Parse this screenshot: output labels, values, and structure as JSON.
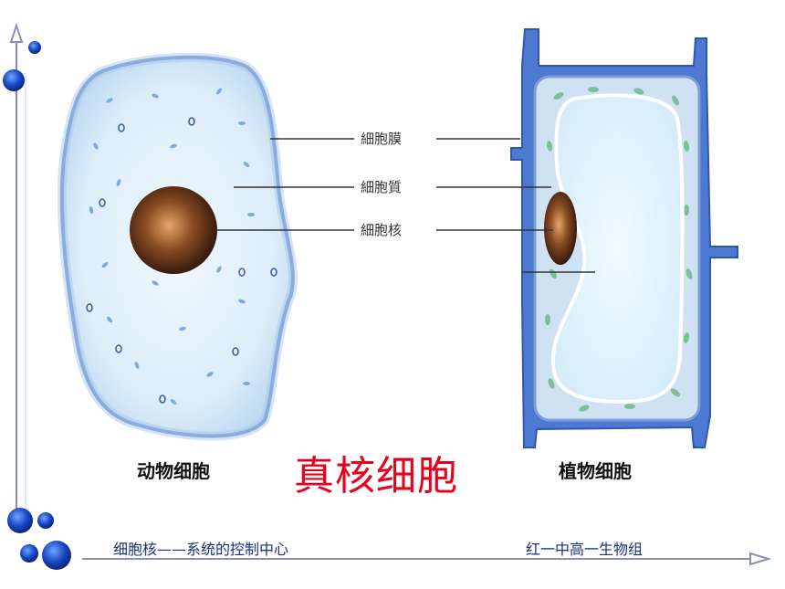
{
  "labels": {
    "membrane": "細胞膜",
    "cytoplasm": "細胞質",
    "nucleus": "細胞核"
  },
  "captions": {
    "animal": "动物细胞",
    "plant": "植物细胞"
  },
  "title": "真核细胞",
  "footer": {
    "left": "细胞核——系统的控制中心",
    "right": "红一中高一生物组"
  },
  "colors": {
    "title": "#e8001c",
    "footer_text": "#1b2f7a",
    "cell_fill": "#d8ecf8",
    "cell_edge": "#5a86c8",
    "nucleus": "#6b3a1a",
    "wall": "#3e6ec8"
  }
}
